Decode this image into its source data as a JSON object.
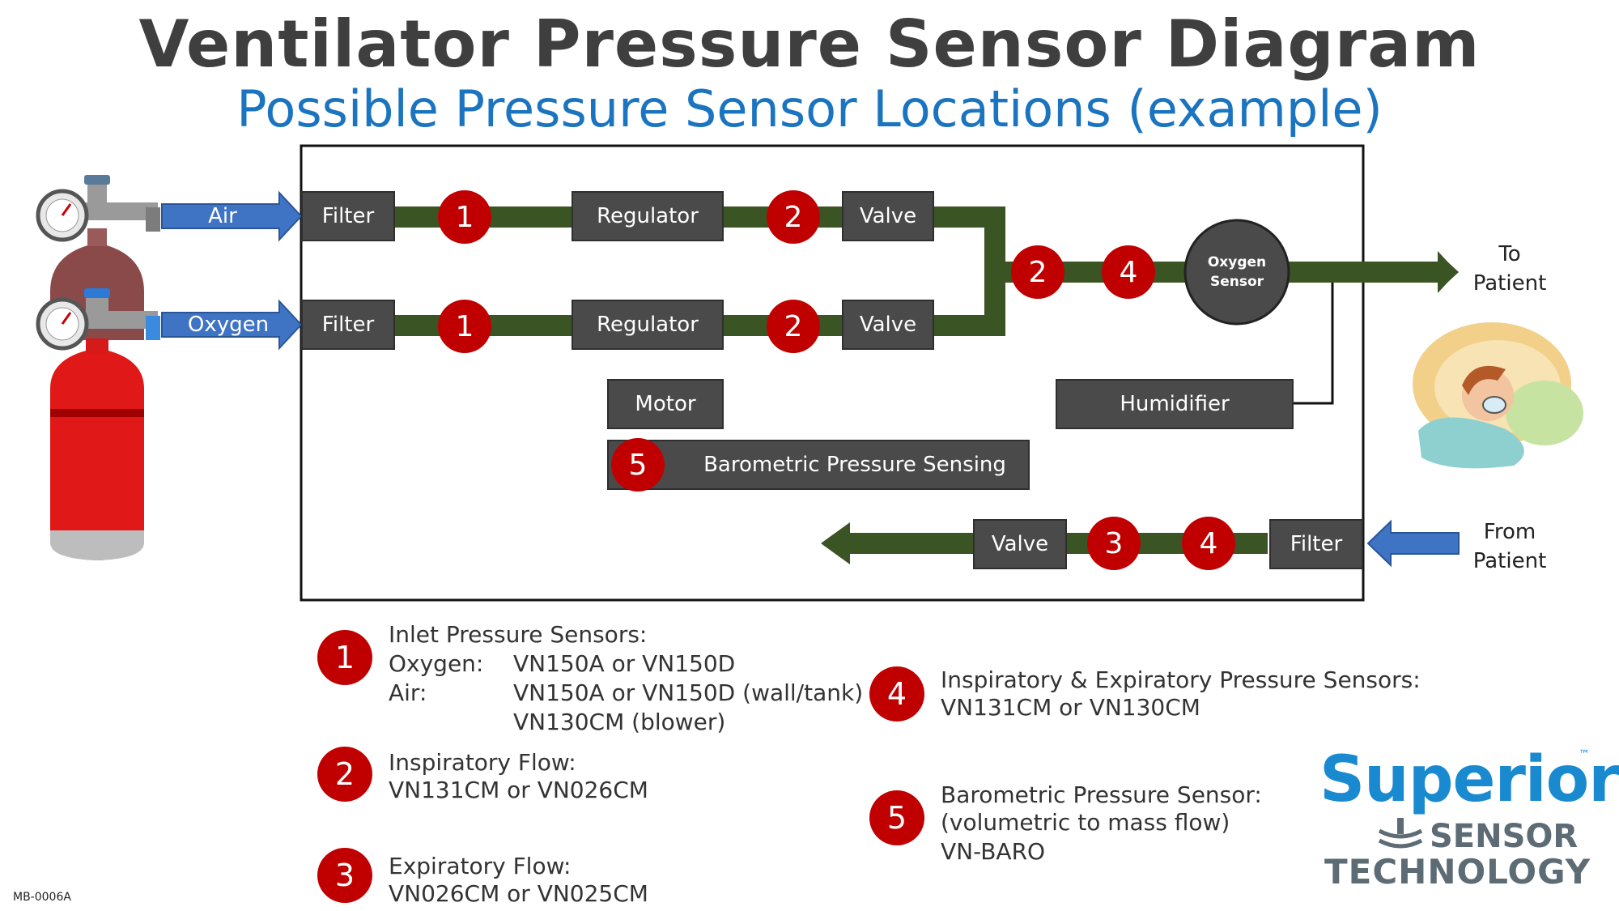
{
  "title": "Ventilator Pressure Sensor Diagram",
  "subtitle": "Possible Pressure Sensor Locations (example)",
  "inputs": {
    "air": "Air",
    "oxygen": "Oxygen"
  },
  "blocks": {
    "filter": "Filter",
    "regulator": "Regulator",
    "valve": "Valve",
    "motor": "Motor",
    "humidifier": "Humidifier",
    "baro": "Barometric Pressure Sensing",
    "oxygen_sensor_line1": "Oxygen",
    "oxygen_sensor_line2": "Sensor"
  },
  "badges": {
    "b1": "1",
    "b2": "2",
    "b3": "3",
    "b4": "4",
    "b5": "5"
  },
  "patient": {
    "to_line1": "To",
    "to_line2": "Patient",
    "from_line1": "From",
    "from_line2": "Patient"
  },
  "legend": {
    "s1_heading": "Inlet Pressure Sensors:",
    "s1_oxygen_label": "Oxygen:",
    "s1_oxygen_value": "VN150A or VN150D",
    "s1_air_label": "Air:",
    "s1_air_value1": "VN150A or VN150D (wall/tank)",
    "s1_air_value2": "VN130CM (blower)",
    "s2_heading": "Inspiratory Flow:",
    "s2_value": "VN131CM or VN026CM",
    "s3_heading": "Expiratory Flow:",
    "s3_value": "VN026CM or VN025CM",
    "s4_heading": "Inspiratory & Expiratory Pressure Sensors:",
    "s4_value": "VN131CM or VN130CM",
    "s5_heading": "Barometric Pressure Sensor:",
    "s5_line2": "(volumetric to mass flow)",
    "s5_line3": "VN-BARO"
  },
  "logo": {
    "brand": "Superior",
    "tm": "™",
    "line2": "SENSOR",
    "line3": "TECHNOLOGY"
  },
  "doc_code": "MB-0006A",
  "colors": {
    "pipe": "#3b5423",
    "block": "#4a4a4a",
    "badge": "#c00000",
    "arrow_blue": "#3f73c4",
    "title": "#3f3f3f",
    "subtitle": "#1a74c0"
  }
}
